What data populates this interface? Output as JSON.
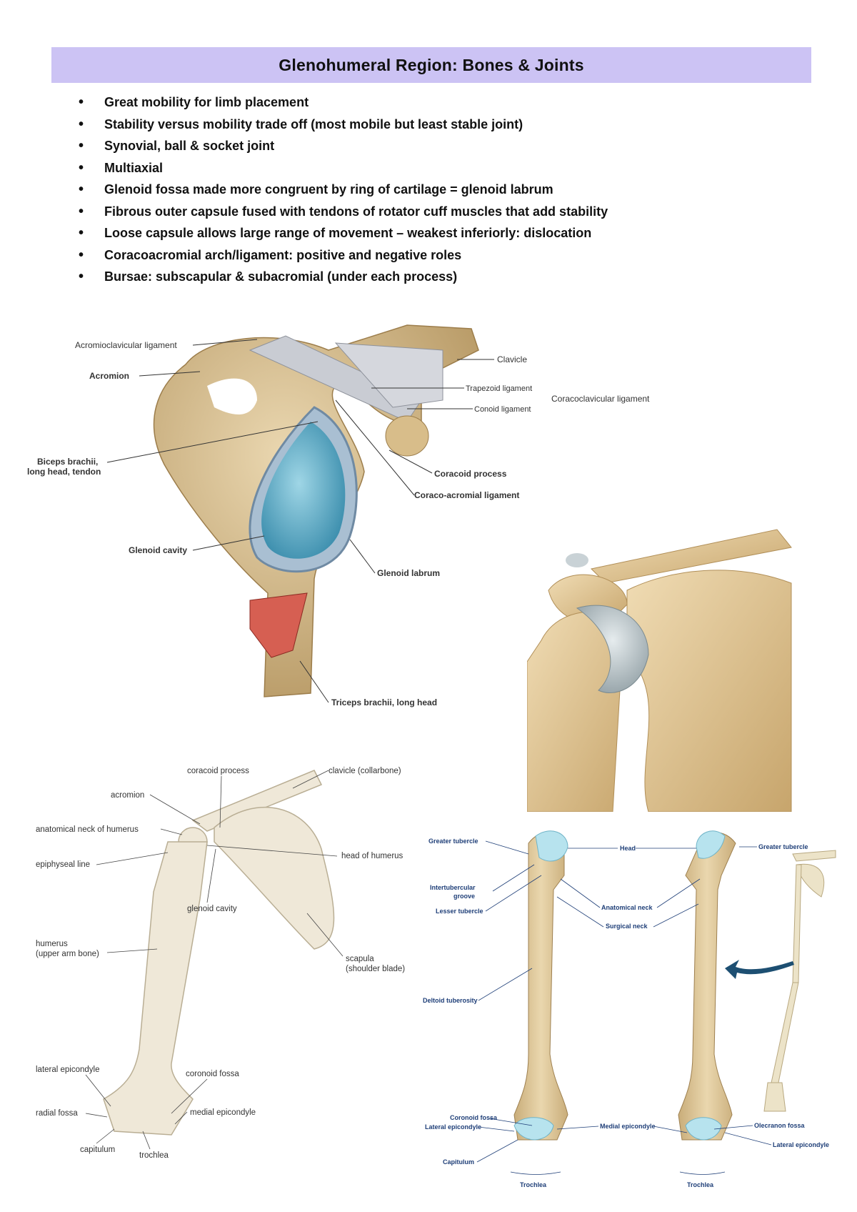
{
  "header": {
    "title": "Glenohumeral Region: Bones & Joints"
  },
  "bullets": [
    "Great mobility for limb placement",
    "Stability versus mobility trade off (most mobile but least stable joint)",
    "Synovial, ball & socket joint",
    "Multiaxial",
    "Glenoid fossa made more congruent by ring of cartilage = glenoid labrum",
    "Fibrous outer capsule fused with tendons of rotator cuff muscles that add stability",
    "Loose capsule allows large range of movement – weakest inferiorly: dislocation",
    "Coracoacromial arch/ligament: positive and negative roles",
    "Bursae: subscapular & subacromial (under each process)"
  ],
  "figure1": {
    "labels": {
      "acromioclavicular": "Acromioclavicular ligament",
      "acromion": "Acromion",
      "clavicle": "Clavicle",
      "trapezoid": "Trapezoid ligament",
      "conoid": "Conoid ligament",
      "coracoclavicular": "Coracoclavicular ligament",
      "biceps_1": "Biceps brachii,",
      "biceps_2": "long head, tendon",
      "coracoid": "Coracoid process",
      "coracoacromial": "Coraco-acromial ligament",
      "glenoid_cavity": "Glenoid cavity",
      "glenoid_labrum": "Glenoid labrum",
      "triceps": "Triceps brachii, long head"
    }
  },
  "figure3": {
    "labels": {
      "coracoid": "coracoid process",
      "clavicle": "clavicle (collarbone)",
      "acromion": "acromion",
      "anatomical_neck": "anatomical neck of humerus",
      "head": "head of humerus",
      "epiphyseal": "epiphyseal line",
      "glenoid": "glenoid cavity",
      "humerus_1": "humerus",
      "humerus_2": "(upper arm bone)",
      "scapula_1": "scapula",
      "scapula_2": "(shoulder blade)",
      "lateral_epicondyle": "lateral epicondyle",
      "coronoid": "coronoid fossa",
      "radial": "radial fossa",
      "medial": "medial epicondyle",
      "capitulum": "capitulum",
      "trochlea": "trochlea"
    }
  },
  "figure4": {
    "labels": {
      "greater_l": "Greater tubercle",
      "head": "Head",
      "greater_r": "Greater tubercle",
      "intertubercular_1": "Intertubercular",
      "intertubercular_2": "groove",
      "lesser": "Lesser tubercle",
      "anatomical": "Anatomical neck",
      "surgical": "Surgical neck",
      "deltoid": "Deltoid tuberosity",
      "coronoid": "Coronoid fossa",
      "lateral_l": "Lateral epicondyle",
      "medial": "Medial epicondyle",
      "olecranon": "Olecranon fossa",
      "lateral_r": "Lateral epicondyle",
      "capitulum": "Capitulum",
      "trochlea_l": "Trochlea",
      "trochlea_r": "Trochlea"
    }
  },
  "colors": {
    "title_bg": "#ccc3f4",
    "bone": "#dcc49a",
    "cartilage": "#7fc3d8",
    "label_blue": "#1f3f78"
  }
}
